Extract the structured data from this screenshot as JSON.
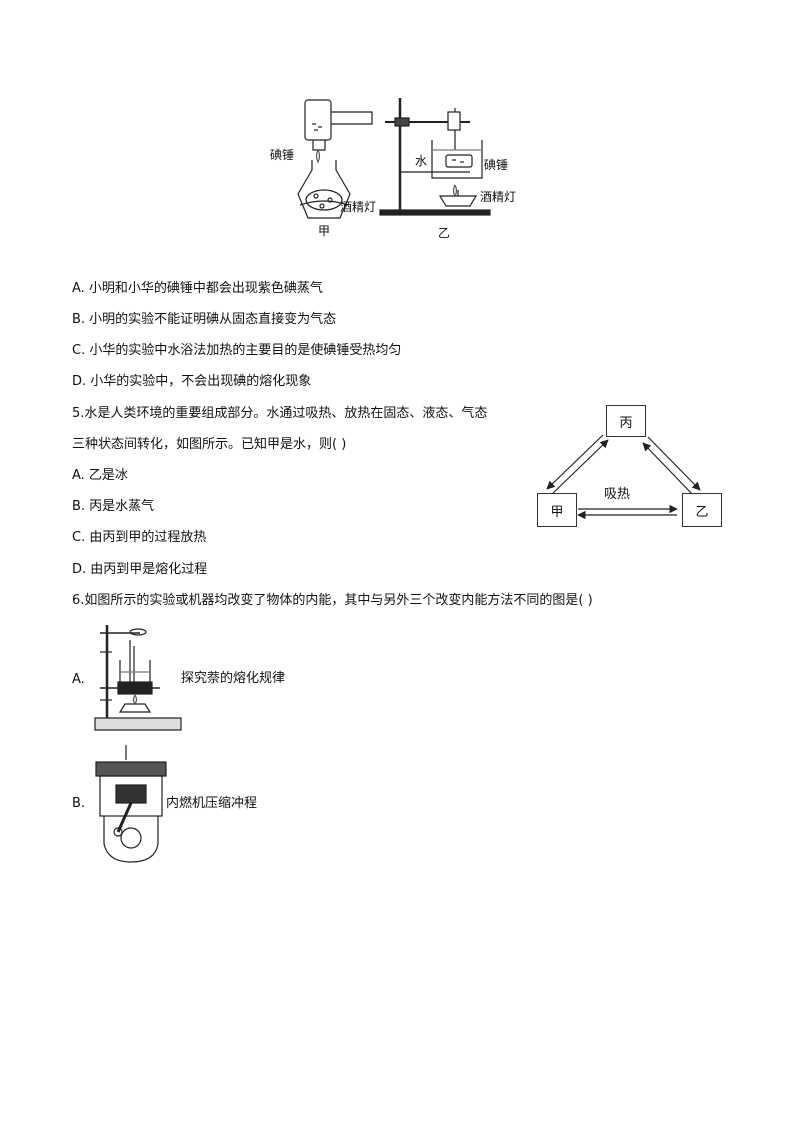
{
  "figure_top": {
    "label_iodine_tube_left": "碘锤",
    "label_lamp_left": "酒精灯",
    "caption_left": "甲",
    "label_water": "水",
    "label_iodine_tube_right": "碘锤",
    "label_lamp_right": "酒精灯",
    "caption_right": "乙"
  },
  "q4_options": [
    "A. 小明和小华的碘锤中都会出现紫色碘蒸气",
    "B. 小明的实验不能证明碘从固态直接变为气态",
    "C. 小华的实验中水浴法加热的主要目的是使碘锤受热均匀",
    "D. 小华的实验中，不会出现碘的熔化现象"
  ],
  "q5": {
    "stem_line1": "5.水是人类环境的重要组成部分。水通过吸热、放热在固态、液态、气态",
    "stem_line2": "三种状态间转化，如图所示。已知甲是水，则(    )",
    "options": [
      "A. 乙是冰",
      "B. 丙是水蒸气",
      "C. 由丙到甲的过程放热",
      "D. 由丙到甲是熔化过程"
    ],
    "diagram": {
      "top": "丙",
      "left": "甲",
      "right": "乙",
      "arrow_label": "吸热"
    }
  },
  "q6": {
    "stem": "6.如图所示的实验或机器均改变了物体的内能，其中与另外三个改变内能方法不同的图是(    )",
    "option_a_letter": "A.",
    "option_a_text": "探究萘的熔化规律",
    "option_b_letter": "B.",
    "option_b_text": "内燃机压缩冲程"
  }
}
